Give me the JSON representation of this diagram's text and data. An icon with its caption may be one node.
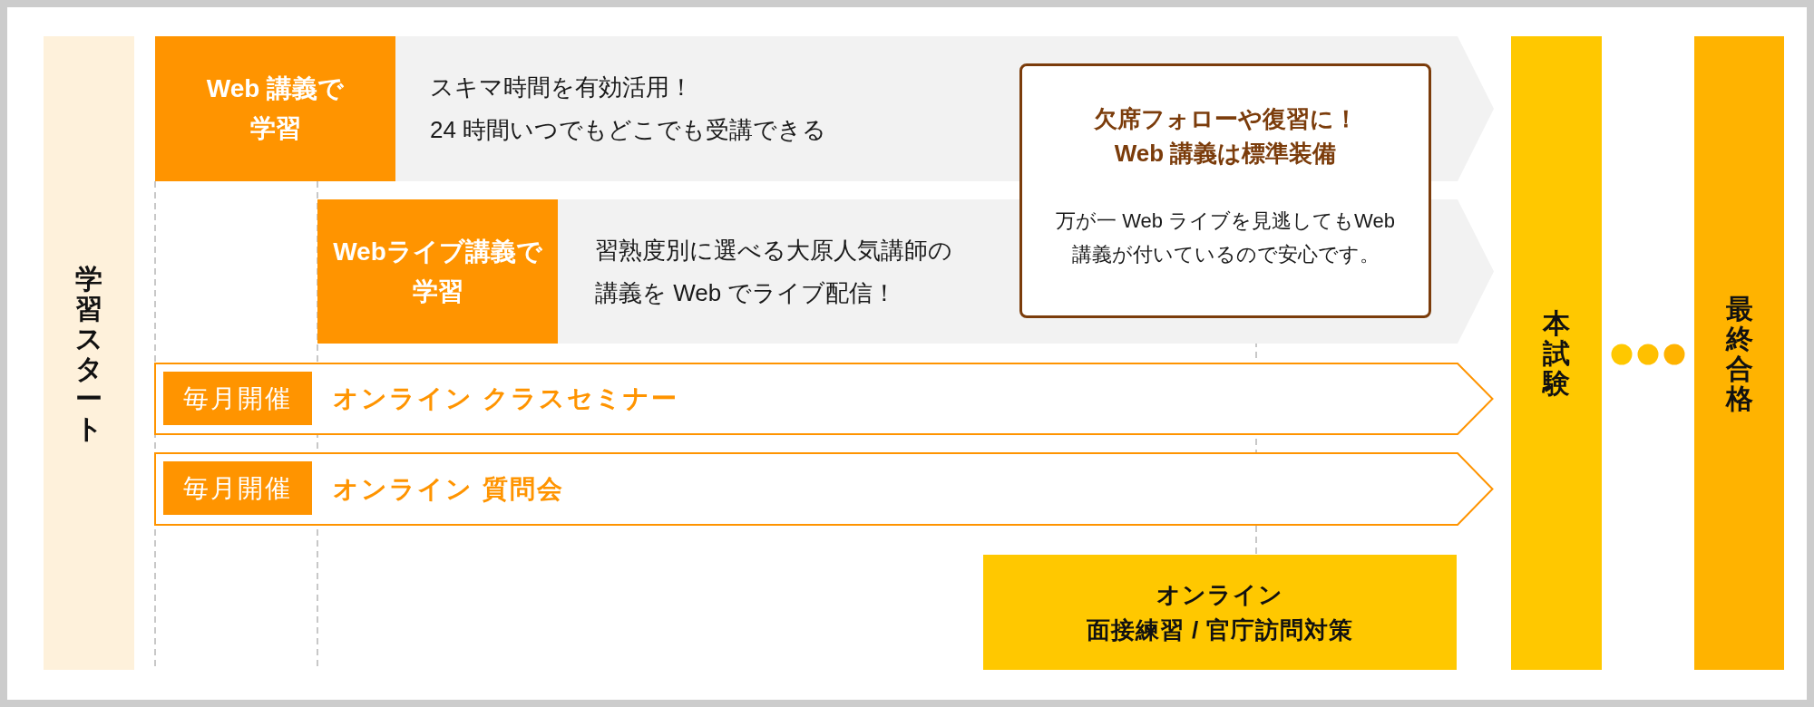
{
  "diagram": {
    "nodes": [
      {
        "text": [
          "学習スタート"
        ]
      },
      {
        "text": [
          "スキマ時間を有効活用！",
          "24 時間いつでもどこでも受講できる"
        ]
      },
      {
        "text": [
          "Web 講義で学習"
        ],
        "in": 1
      },
      {
        "text": [
          "習熟度別に選べる大原人気講師の講義を Web でライブ配信！"
        ]
      },
      {
        "text": [
          "Webライブ講義で学習"
        ],
        "in": 3
      },
      {
        "text": [
          "欠席フォローや復習に！Web 講義は標準装備",
          "万が一 Web ライブを見逃してもWeb 講義が付いているので安心です。"
        ]
      },
      {
        "text": [
          "オンライン クラスセミナー"
        ]
      },
      {
        "text": [
          "毎月開催"
        ],
        "in": 6
      },
      {
        "text": [
          "オンライン 質問会"
        ]
      },
      {
        "text": [
          "毎月開催"
        ],
        "in": 8
      },
      {
        "text": [
          "オンライン",
          "面接練習 / 官庁訪問対策"
        ]
      },
      {
        "text": [
          "本試験"
        ]
      },
      {
        "text": [
          "最終合格"
        ]
      }
    ]
  }
}
